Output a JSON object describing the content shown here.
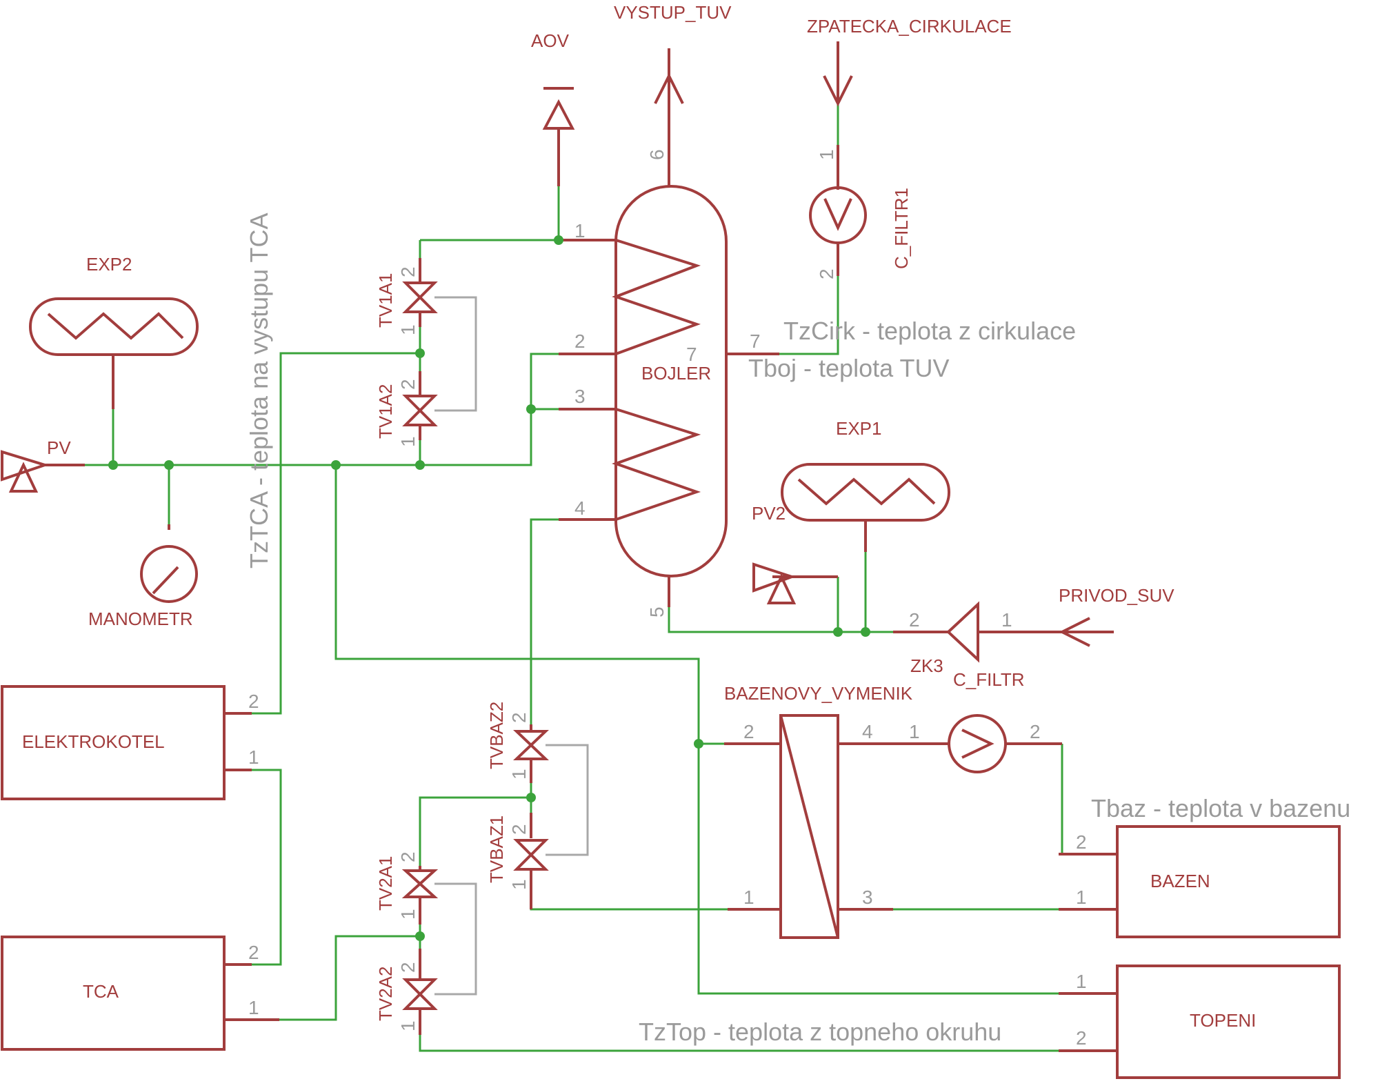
{
  "components": {
    "exp2": "EXP2",
    "exp1": "EXP1",
    "pv": "PV",
    "pv2": "PV2",
    "manometr": "MANOMETR",
    "aov": "AOV",
    "vystup_tuv": "VYSTUP_TUV",
    "zpatecka_cirkulace": "ZPATECKA_CIRKULACE",
    "c_filtr1": "C_FILTR1",
    "bojler": "BOJLER",
    "tv1a1": "TV1A1",
    "tv1a2": "TV1A2",
    "tvbaz2": "TVBAZ2",
    "tvbaz1": "TVBAZ1",
    "tv2a1": "TV2A1",
    "tv2a2": "TV2A2",
    "elektrokotel": "ELEKTROKOTEL",
    "tca": "TCA",
    "bazenovy_vymenik": "BAZENOVY_VYMENIK",
    "bazen": "BAZEN",
    "topeni": "TOPENI",
    "privod_suv": "PRIVOD_SUV",
    "zk3": "ZK3",
    "c_filtr": "C_FILTR"
  },
  "pins": {
    "one": "1",
    "two": "2",
    "three": "3",
    "four": "4",
    "five": "5",
    "six": "6",
    "seven": "7"
  },
  "notes": {
    "tztca": "TzTCA - teplota na vystupu TCA",
    "tzcirk": "TzCirk - teplota z cirkulace",
    "tboj": "Tboj - teplota TUV",
    "tbaz": "Tbaz - teplota v bazenu",
    "tztop": "TzTop - teplota z topneho okruhu"
  },
  "colors": {
    "symbol": "#a23d3d",
    "wire": "#3ba33b",
    "pin_text": "#9a9a9a"
  }
}
